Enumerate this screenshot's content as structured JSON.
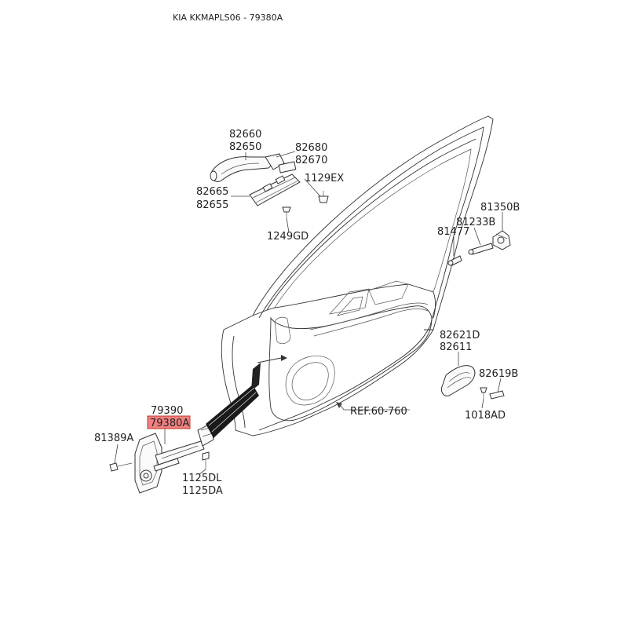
{
  "header": {
    "title": "KIA KKMAPLS06 - 79380A"
  },
  "labels": {
    "p82660": "82660",
    "p82650": "82650",
    "p82680": "82680",
    "p82670": "82670",
    "p82665": "82665",
    "p82655": "82655",
    "p1129EX": "1129EX",
    "p1249GD": "1249GD",
    "p81350B": "81350B",
    "p81233B": "81233B",
    "p81477": "81477",
    "p82621D": "82621D",
    "p82611": "82611",
    "p82619B": "82619B",
    "p1018AD": "1018AD",
    "ref": "REF.60-760",
    "p79390": "79390",
    "p79380A": "79380A",
    "p81389A": "81389A",
    "p1125DL": "1125DL",
    "p1125DA": "1125DA"
  },
  "highlight": {
    "part": "79380A",
    "color": "#f08080",
    "border": "#c0392b"
  }
}
